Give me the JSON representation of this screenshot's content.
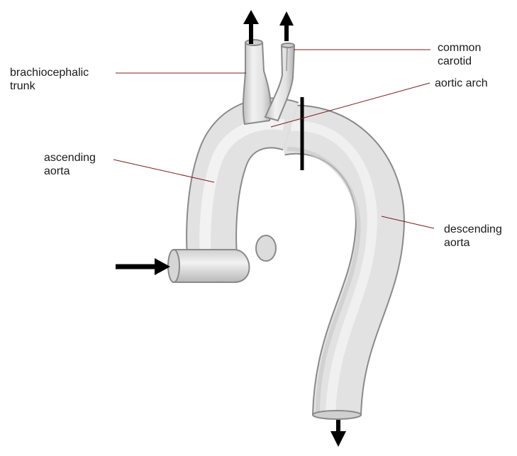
{
  "labels": {
    "brachiocephalic": [
      "brachiocephalic",
      "trunk"
    ],
    "common_carotid": [
      "common",
      "carotid"
    ],
    "aortic_arch": [
      "aortic arch"
    ],
    "ascending_aorta": [
      "ascending",
      "aorta"
    ],
    "descending_aorta": [
      "descending",
      "aorta"
    ]
  },
  "colors": {
    "vessel_fill": "#e4e4e4",
    "vessel_shade": "#bdbdbd",
    "vessel_outline": "#8a8a8a",
    "leader_line": "#7a1f1f",
    "arrow": "#000000"
  }
}
